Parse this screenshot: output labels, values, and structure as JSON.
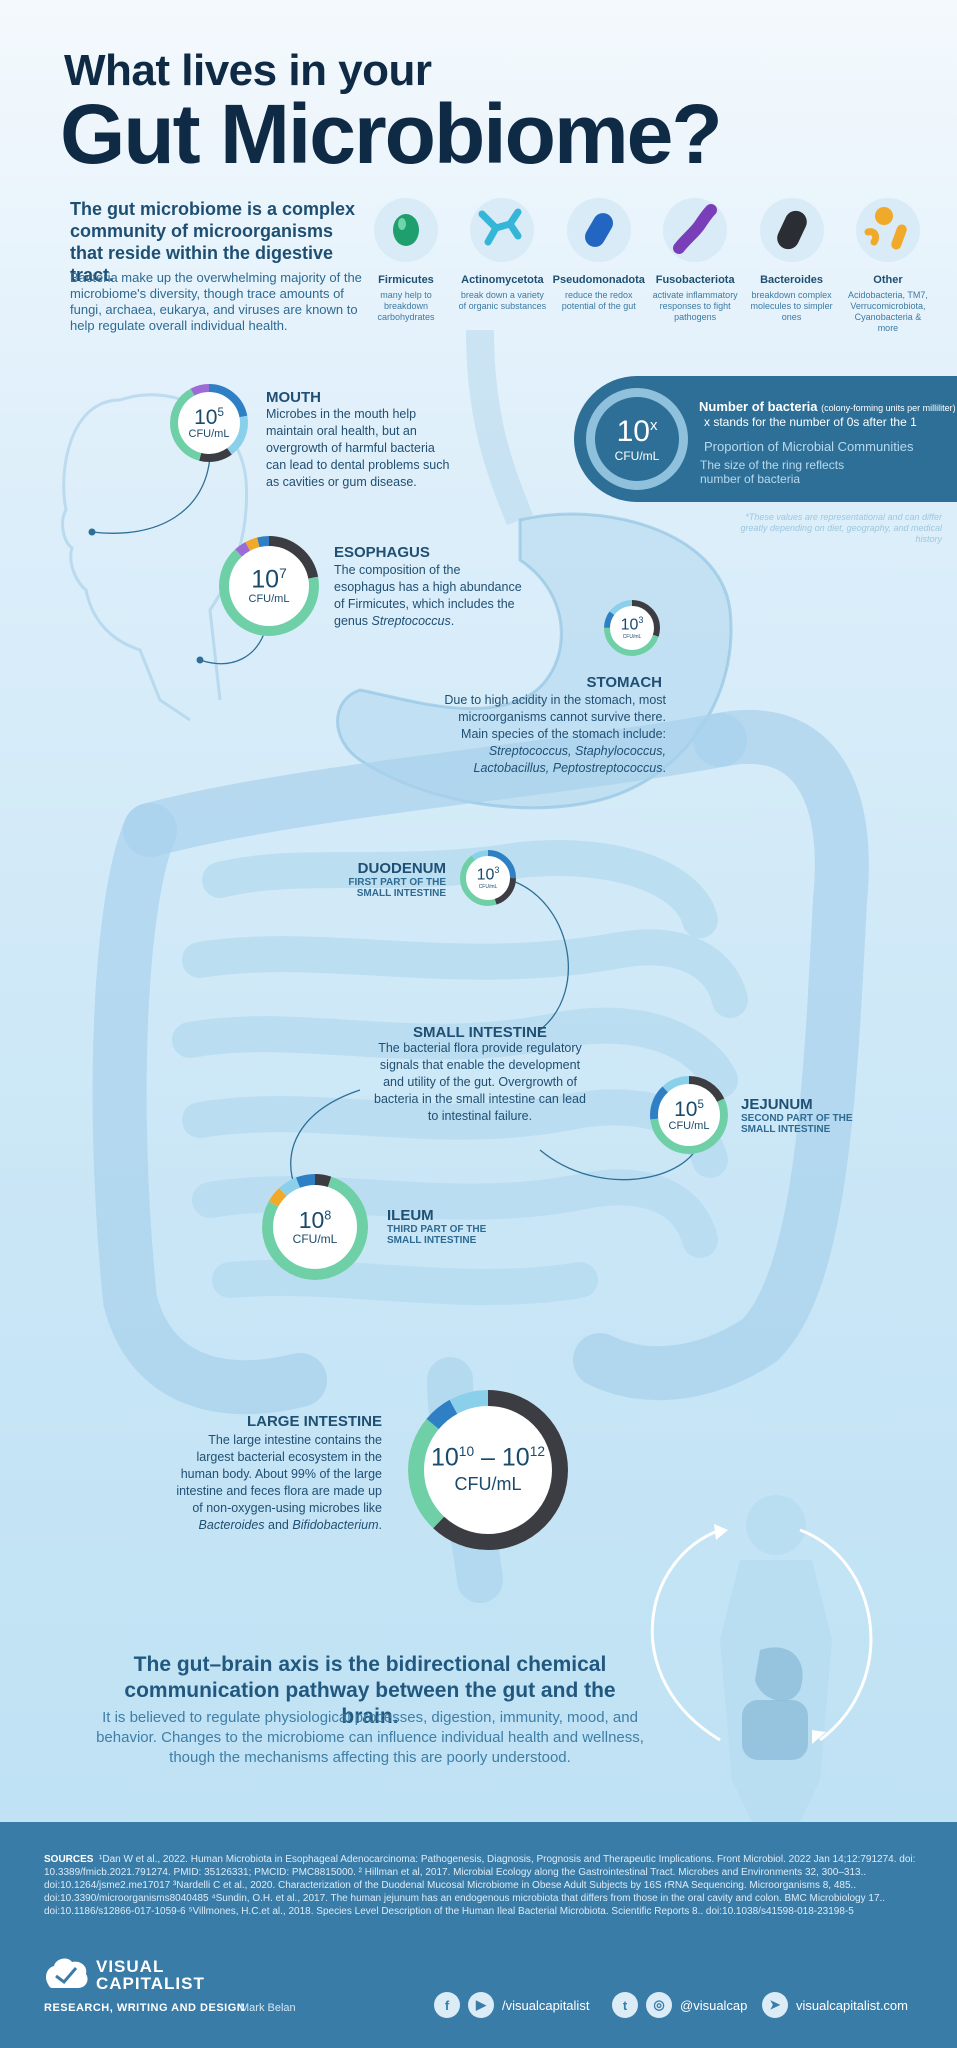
{
  "title": {
    "line1": "What lives in your",
    "line2": "Gut Microbiome?"
  },
  "intro": {
    "lead": "The gut microbiome is a complex community of microorganisms that reside within the digestive tract.",
    "body": "Bacteria make up the overwhelming majority of the microbiome's diversity, though trace amounts of fungi, archaea, eukarya, and viruses are known to help regulate overall individual health."
  },
  "phyla": [
    {
      "name": "Firmicutes",
      "desc": "many help to breakdown carbohydrates",
      "color": "#1f9e6e",
      "icon": "firmicutes-bacterium-icon"
    },
    {
      "name": "Actinomycetota",
      "desc": "break down a variety of organic substances",
      "color": "#35b5d8",
      "icon": "actinomycetota-bacterium-icon"
    },
    {
      "name": "Pseudomonadota",
      "desc": "reduce the redox potential of the gut",
      "color": "#2266c2",
      "icon": "pseudomonadota-bacterium-icon"
    },
    {
      "name": "Fusobacteriota",
      "desc": "activate inflammatory responses to fight pathogens",
      "color": "#7a3fb8",
      "icon": "fusobacteriota-bacterium-icon"
    },
    {
      "name": "Bacteroides",
      "desc": "breakdown complex molecules to simpler ones",
      "color": "#2a2d33",
      "icon": "bacteroides-bacterium-icon"
    },
    {
      "name": "Other",
      "desc": "Acidobacteria, TM7, Verrucomicrobiota, Cyanobacteria & more",
      "color": "#f0a928",
      "icon": "other-bacteria-icon"
    }
  ],
  "legend": {
    "ring_value": "10",
    "ring_exp": "x",
    "ring_unit": "CFU/mL",
    "bacteria_title": "Number of bacteria",
    "bacteria_note": "(colony-forming units per milliliter)",
    "x_explain": "x stands for the number of 0s after the 1",
    "proportion": "Proportion of Microbial Communities",
    "ring_size": "The size of the ring reflects number of bacteria",
    "disclaimer": "*These values are representational and can differ greatly depending on diet, geography, and medical history"
  },
  "sections": {
    "mouth": {
      "title": "MOUTH",
      "body": "Microbes in the mouth help maintain oral health, but an overgrowth of harmful bacteria can lead to dental problems such as cavities or gum disease.",
      "value": "10",
      "exp": "5",
      "unit": "CFU/mL"
    },
    "esophagus": {
      "title": "ESOPHAGUS",
      "body_a": "The composition of the esophagus has a high abundance of Firmicutes, which includes the genus ",
      "body_italic": "Streptococcus",
      "body_b": ".",
      "value": "10",
      "exp": "7",
      "unit": "CFU/mL"
    },
    "stomach": {
      "title": "STOMACH",
      "body": "Due to high acidity in the stomach, most microorganisms cannot survive there. Main species of the stomach include: ",
      "species": "Streptococcus, Staphylococcus, Lactobacillus, Peptostreptococcus",
      "tail": ".",
      "value": "10",
      "exp": "3",
      "unit": "CFU/mL"
    },
    "duodenum": {
      "title": "DUODENUM",
      "sub": "FIRST PART OF THE SMALL INTESTINE",
      "value": "10",
      "exp": "3",
      "unit": "CFU/mL"
    },
    "small_intestine": {
      "title": "SMALL INTESTINE",
      "body": "The bacterial flora provide regulatory signals that enable the development and utility of the gut. Overgrowth of bacteria in the small intestine can lead to intestinal failure."
    },
    "jejunum": {
      "title": "JEJUNUM",
      "sub": "SECOND PART OF THE SMALL INTESTINE",
      "value": "10",
      "exp": "5",
      "unit": "CFU/mL"
    },
    "ileum": {
      "title": "ILEUM",
      "sub": "THIRD PART OF THE SMALL INTESTINE",
      "value": "10",
      "exp": "8",
      "unit": "CFU/mL"
    },
    "large_intestine": {
      "title": "LARGE INTESTINE",
      "body_a": "The large intestine contains the largest bacterial ecosystem in the human body. About 99% of the large intestine and feces flora are made up of non-oxygen-using microbes like ",
      "italic1": "Bacteroides",
      "mid": " and ",
      "italic2": "Bifidobacterium",
      "tail": ".",
      "value1": "10",
      "exp1": "10",
      "dash": " – ",
      "value2": "10",
      "exp2": "12",
      "unit": "CFU/mL"
    }
  },
  "brain": {
    "title": "The gut–brain axis is the bidirectional chemical communication pathway between the gut and the brain.",
    "body": "It is believed to regulate physiological processes, digestion, immunity, mood, and behavior. Changes to the microbiome can influence individual health and wellness, though the mechanisms affecting this are poorly understood."
  },
  "footer": {
    "sources_label": "SOURCES",
    "sources_text": "¹Dan W et al., 2022. Human Microbiota in Esophageal Adenocarcinoma: Pathogenesis, Diagnosis, Prognosis and Therapeutic Implications. Front Microbiol. 2022 Jan 14;12:791274. doi: 10.3389/fmicb.2021.791274. PMID: 35126331; PMCID: PMC8815000. ² Hillman et al, 2017. Microbial Ecology along the Gastrointestinal Tract. Microbes and Environments 32, 300–313.. doi:10.1264/jsme2.me17017 ³Nardelli C et al., 2020. Characterization of the Duodenal Mucosal Microbiome in Obese Adult Subjects by 16S rRNA Sequencing. Microorganisms 8, 485.. doi:10.3390/microorganisms8040485 ⁴Sundin, O.H. et al., 2017. The human jejunum has an endogenous microbiota that differs from those in the oral cavity and colon. BMC Microbiology 17.. doi:10.1186/s12866-017-1059-6 ⁵Villmones, H.C.et al., 2018. Species Level Description of the Human Ileal Bacterial Microbiota. Scientific Reports 8.. doi:10.1038/s41598-018-23198-5",
    "brand_line1": "VISUAL",
    "brand_line2": "CAPITALIST",
    "tagline": "RESEARCH, WRITING AND DESIGN",
    "designer": "Mark Belan",
    "handle1": "/visualcapitalist",
    "handle2": "@visualcap",
    "website": "visualcapitalist.com"
  }
}
